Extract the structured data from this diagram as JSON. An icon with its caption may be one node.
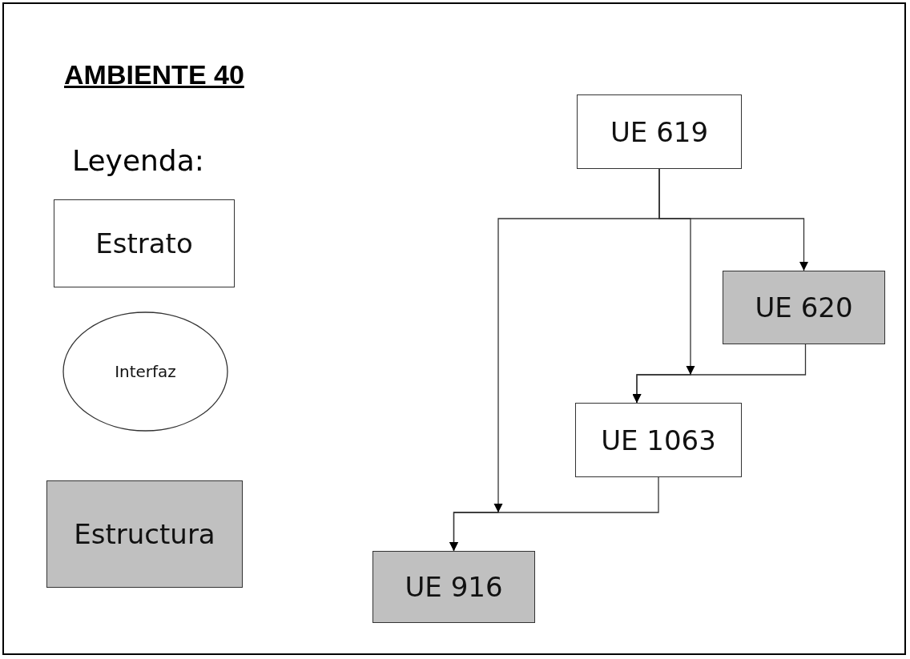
{
  "diagram": {
    "title": "AMBIENTE 40",
    "nodes": [
      {
        "text": [
          "Estrato"
        ]
      },
      {
        "text": [
          "Interfaz"
        ]
      },
      {
        "text": [
          "Estructura"
        ]
      },
      {
        "text": [
          "UE 619"
        ]
      },
      {
        "text": [
          "UE 620"
        ]
      },
      {
        "text": [
          "UE 1063"
        ]
      },
      {
        "text": [
          "UE 916"
        ]
      }
    ],
    "edges": [
      {
        "from": 3,
        "to": 4,
        "arrow": "to"
      },
      {
        "from": 3,
        "to": 5,
        "arrow": "to"
      },
      {
        "from": 3,
        "to": 6,
        "arrow": "to"
      },
      {
        "from": 4,
        "to": 5,
        "arrow": "to"
      },
      {
        "from": 5,
        "to": 6,
        "arrow": "to"
      }
    ],
    "labels": [
      "Leyenda:"
    ]
  }
}
